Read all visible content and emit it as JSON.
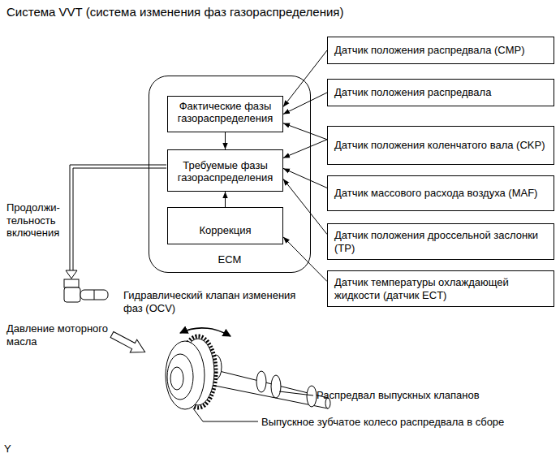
{
  "diagram": {
    "title": "Система VVT (система изменения фаз газораспределения)",
    "nodes": [
      {
        "text": [
          "ECM"
        ]
      },
      {
        "text": [
          "Фактические фазы газораспределения"
        ],
        "in": 0
      },
      {
        "text": [
          "Требуемые фазы газораспределения"
        ],
        "in": 0
      },
      {
        "text": [
          "Коррекция"
        ],
        "in": 0
      },
      {
        "text": [
          "Датчик положения распредвала (CMP)"
        ]
      },
      {
        "text": [
          "Датчик положения распредвала"
        ]
      },
      {
        "text": [
          "Датчик положения коленчатого вала (CKP)"
        ]
      },
      {
        "text": [
          "Датчик массового расхода воздуха (MAF)"
        ]
      },
      {
        "text": [
          "Датчик положения дроссельной заслонки (TP)"
        ]
      },
      {
        "text": [
          "Датчик температуры охлаждающей жидкости (датчик ECT)"
        ]
      }
    ],
    "edges": [
      {
        "from": 4,
        "to": 1,
        "arrow": "to"
      },
      {
        "from": 5,
        "to": 1,
        "arrow": "to"
      },
      {
        "from": 6,
        "to": 1,
        "arrow": "to"
      },
      {
        "from": 6,
        "to": 2,
        "arrow": "to"
      },
      {
        "from": 7,
        "to": 2,
        "arrow": "to"
      },
      {
        "from": 8,
        "to": 2,
        "arrow": "to"
      },
      {
        "from": 9,
        "to": 3,
        "arrow": "to"
      },
      {
        "from": 1,
        "to": 2,
        "arrow": "to"
      },
      {
        "from": 3,
        "to": 2,
        "arrow": "to"
      }
    ],
    "labels": [
      "Продолжи- тельность включения",
      "Гидравлический клапан изменения фаз (OCV)",
      "Давление моторного масла",
      "Распредвал выпускных клапанов",
      "Выпускное зубчатое колесо распредвала в сборе",
      "Y"
    ]
  }
}
